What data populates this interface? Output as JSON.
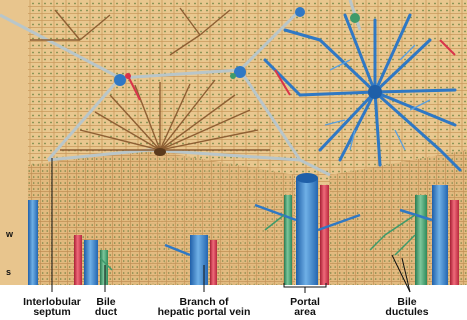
{
  "labels": [
    {
      "id": "interlobular-septum",
      "line1": "Interlobular",
      "line2": "septum"
    },
    {
      "id": "bile-duct",
      "line1": "Bile",
      "line2": "duct"
    },
    {
      "id": "portal-vein-branch",
      "line1": "Branch of",
      "line2": "hepatic portal vein"
    },
    {
      "id": "portal-area",
      "line1": "Portal",
      "line2": "area"
    },
    {
      "id": "bile-ductules",
      "line1": "Bile",
      "line2": "ductules"
    }
  ],
  "edge_letters": [
    "w",
    "s"
  ],
  "colors": {
    "hepatocyte": "#e7c48f",
    "hepatocyte_dark": "#c99a5c",
    "sinusoid": "#9b6a3c",
    "septum": "#b8c4c6",
    "vein_blue": "#2f78c4",
    "vein_blue_light": "#6fb0e6",
    "artery_red": "#d9344a",
    "bile_green": "#3e9a6a",
    "nucleus": "#7a8a4a"
  }
}
